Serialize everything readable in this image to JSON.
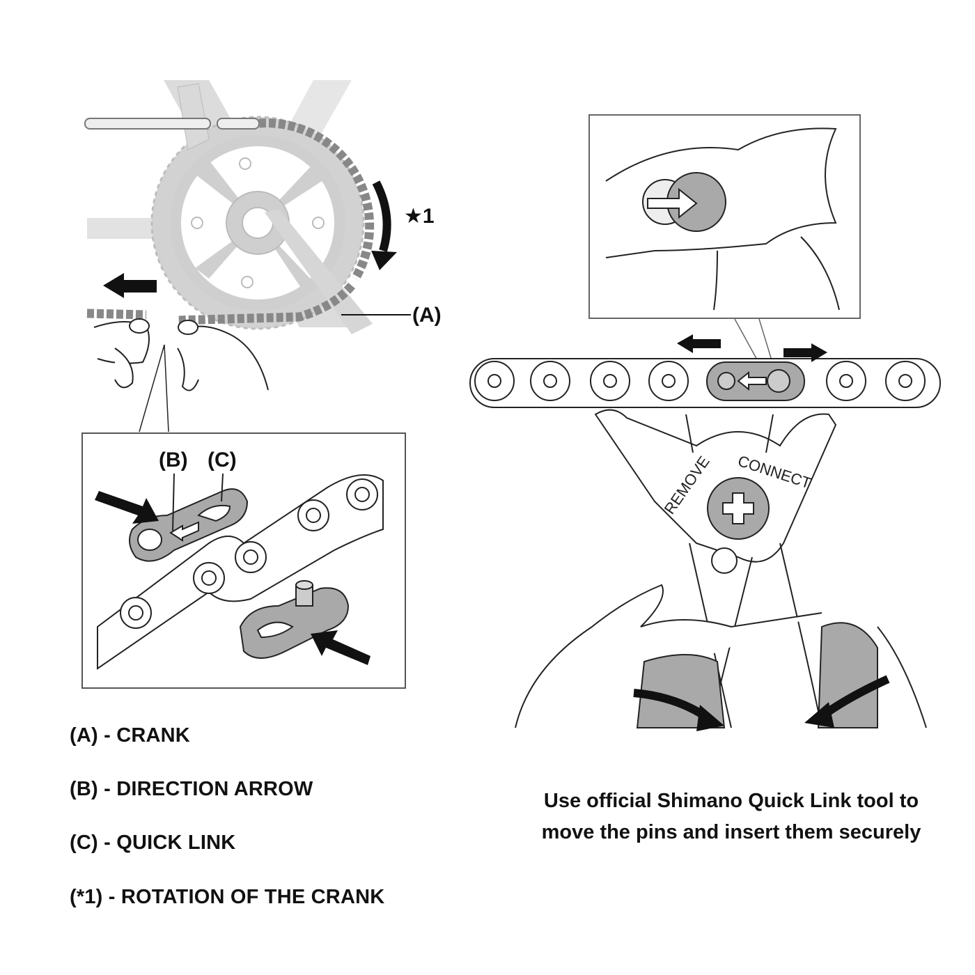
{
  "diagram": {
    "labels": {
      "crank_marker": "(A)",
      "arrow_marker": "(B)",
      "link_marker": "(C)",
      "rotation_marker": "★1",
      "tool_remove": "REMOVE",
      "tool_connect": "CONNECT"
    },
    "legend": [
      "(A) - CRANK",
      "(B) - DIRECTION ARROW",
      "(C) - QUICK LINK",
      "(*1) - ROTATION OF THE CRANK"
    ],
    "caption": {
      "line1": "Use official Shimano Quick Link tool to",
      "line2": "move the pins and insert them securely"
    },
    "colors": {
      "frame_gray": "#d2d2d2",
      "link_gray": "#a9a9a9",
      "ink": "#111111"
    }
  }
}
